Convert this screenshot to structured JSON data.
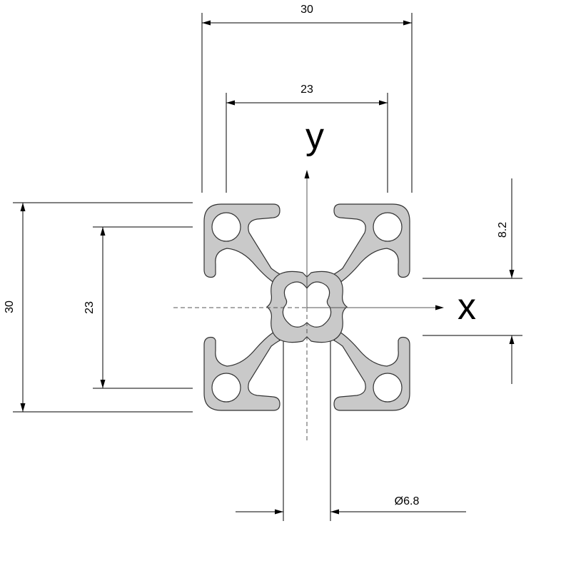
{
  "dimensions": {
    "overall_width": "30",
    "inner_width": "23",
    "overall_height": "30",
    "inner_height": "23",
    "slot_width": "8.2",
    "core_bore": "Ø6.8"
  },
  "axes": {
    "x_label": "x",
    "y_label": "y"
  },
  "colors": {
    "profile_fill": "#c9c9c9",
    "outline": "#333333"
  }
}
